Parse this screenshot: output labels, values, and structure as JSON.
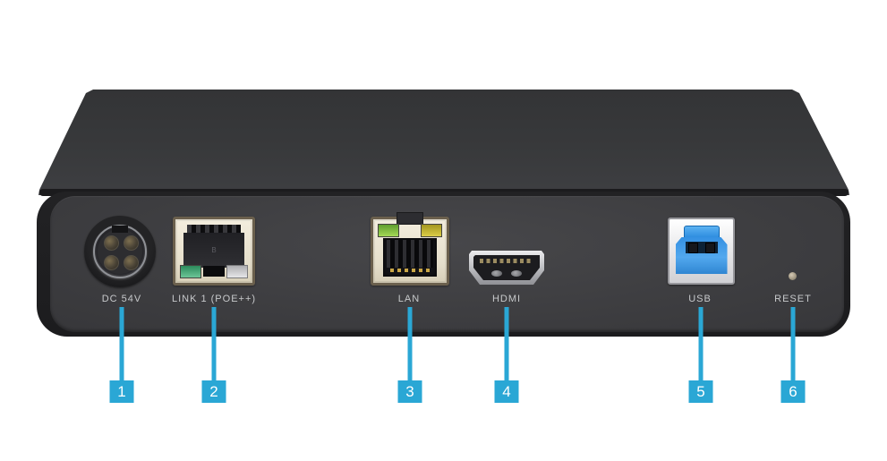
{
  "device": {
    "description": "rear-panel-of-av-hub-device",
    "body_color": "#3c3c3f",
    "accent_blue": "#2aa7d5",
    "usb_blue": "#2a8ade"
  },
  "ports": [
    {
      "number": "1",
      "label": "DC 54V",
      "type": "dc-power-connector"
    },
    {
      "number": "2",
      "label": "LINK 1 (POE++)",
      "type": "rj45-ethernet",
      "marking": "B",
      "led_colors": [
        "green"
      ]
    },
    {
      "number": "3",
      "label": "LAN",
      "type": "rj45-ethernet",
      "led_colors": [
        "green",
        "yellow"
      ]
    },
    {
      "number": "4",
      "label": "HDMI",
      "type": "hdmi-output"
    },
    {
      "number": "5",
      "label": "USB",
      "type": "usb-type-b"
    },
    {
      "number": "6",
      "label": "RESET",
      "type": "reset-pinhole"
    }
  ]
}
